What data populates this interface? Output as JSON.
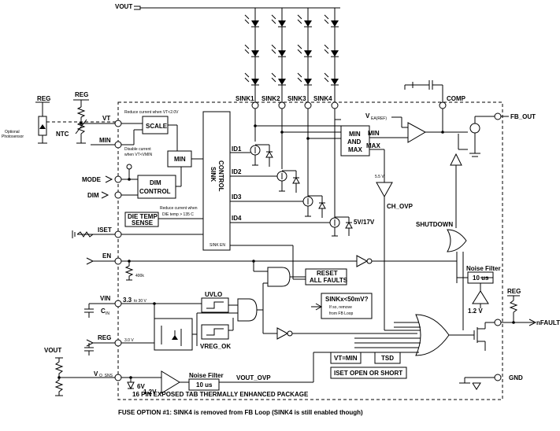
{
  "pins": {
    "vout_top": "VOUT",
    "reg_left_1": "REG",
    "reg_left_2": "REG",
    "vt": "VT",
    "min": "MIN",
    "mode": "MODE",
    "dim": "DIM",
    "iset": "ISET",
    "en": "EN",
    "vin": "VIN",
    "vin_range_a": "3.3",
    "vin_range_b": "to 30 V",
    "cin_a": "C",
    "cin_b": "IN",
    "reg_mid": "REG",
    "v30": "3.0 V",
    "vout_left": "VOUT",
    "vo_sns_a": "V",
    "vo_sns_b": "O_SNS",
    "comp": "COMP",
    "fb_out": "FB_OUT",
    "reg_right": "REG",
    "nfault": "nFAULT",
    "gnd": "GND",
    "sink1": "SINK1",
    "sink2": "SINK2",
    "sink3": "SINK3",
    "sink4": "SINK4"
  },
  "blocks": {
    "scale": "SCALE",
    "min_block": "MIN",
    "dim_a": "DIM",
    "dim_b": "CONTROL",
    "die_a": "DIE TEMP",
    "die_b": "SENSE",
    "sink_a": "SINK",
    "sink_b": "CONTROL",
    "sink_en": "SINK EN",
    "mmm_a": "MIN",
    "mmm_b": "AND",
    "mmm_c": "MAX",
    "reset_a": "RESET",
    "reset_b": "ALL FAULTS",
    "uvlo": "UVLO",
    "vreg_ok": "VREG_OK",
    "sinkx_a": "SINKx<50mV?",
    "sinkx_b": "If so, remove",
    "sinkx_c": "from FB Loop",
    "vtmin": "VT=MIN",
    "tsd": "TSD",
    "iset_open": "ISET OPEN OR SHORT",
    "noise_filter": "Noise Filter",
    "t10us": "10 us",
    "noise_filter_2": "Noise Filter",
    "t10us_2": "10 us"
  },
  "labels": {
    "optional_a": "Optional",
    "optional_b": "Photosensor",
    "ntc": "NTC",
    "reduce_vt": "Reduce current when VT<2.0V",
    "disable_a": "Disable current",
    "disable_b": "when  VT<VMIN",
    "reduce_die_a": "Reduce current when",
    "reduce_die_b": "DIE temp > 135 C",
    "id1": "ID1",
    "id2": "ID2",
    "id3": "ID3",
    "id4": "ID4",
    "v5_17": "5V/17V",
    "min_out": "MIN",
    "max_out": "MAX",
    "v55": "5.5 V",
    "ch_ovp": "CH_OVP",
    "vea_a": "V",
    "vea_b": "EA(REF)",
    "shutdown": "SHUTDOWN",
    "r400k": "400k",
    "v12": "1.2 V",
    "v12b": "1.2V",
    "v6": "6V",
    "vout_ovp": "VOUT_OVP",
    "package": "16 PIN EXPOSED TAB THERMALLY ENHANCED PACKAGE",
    "fuse": "FUSE OPTION #1:  SINK4 is removed from FB Loop (SINK4 is still enabled though)"
  }
}
